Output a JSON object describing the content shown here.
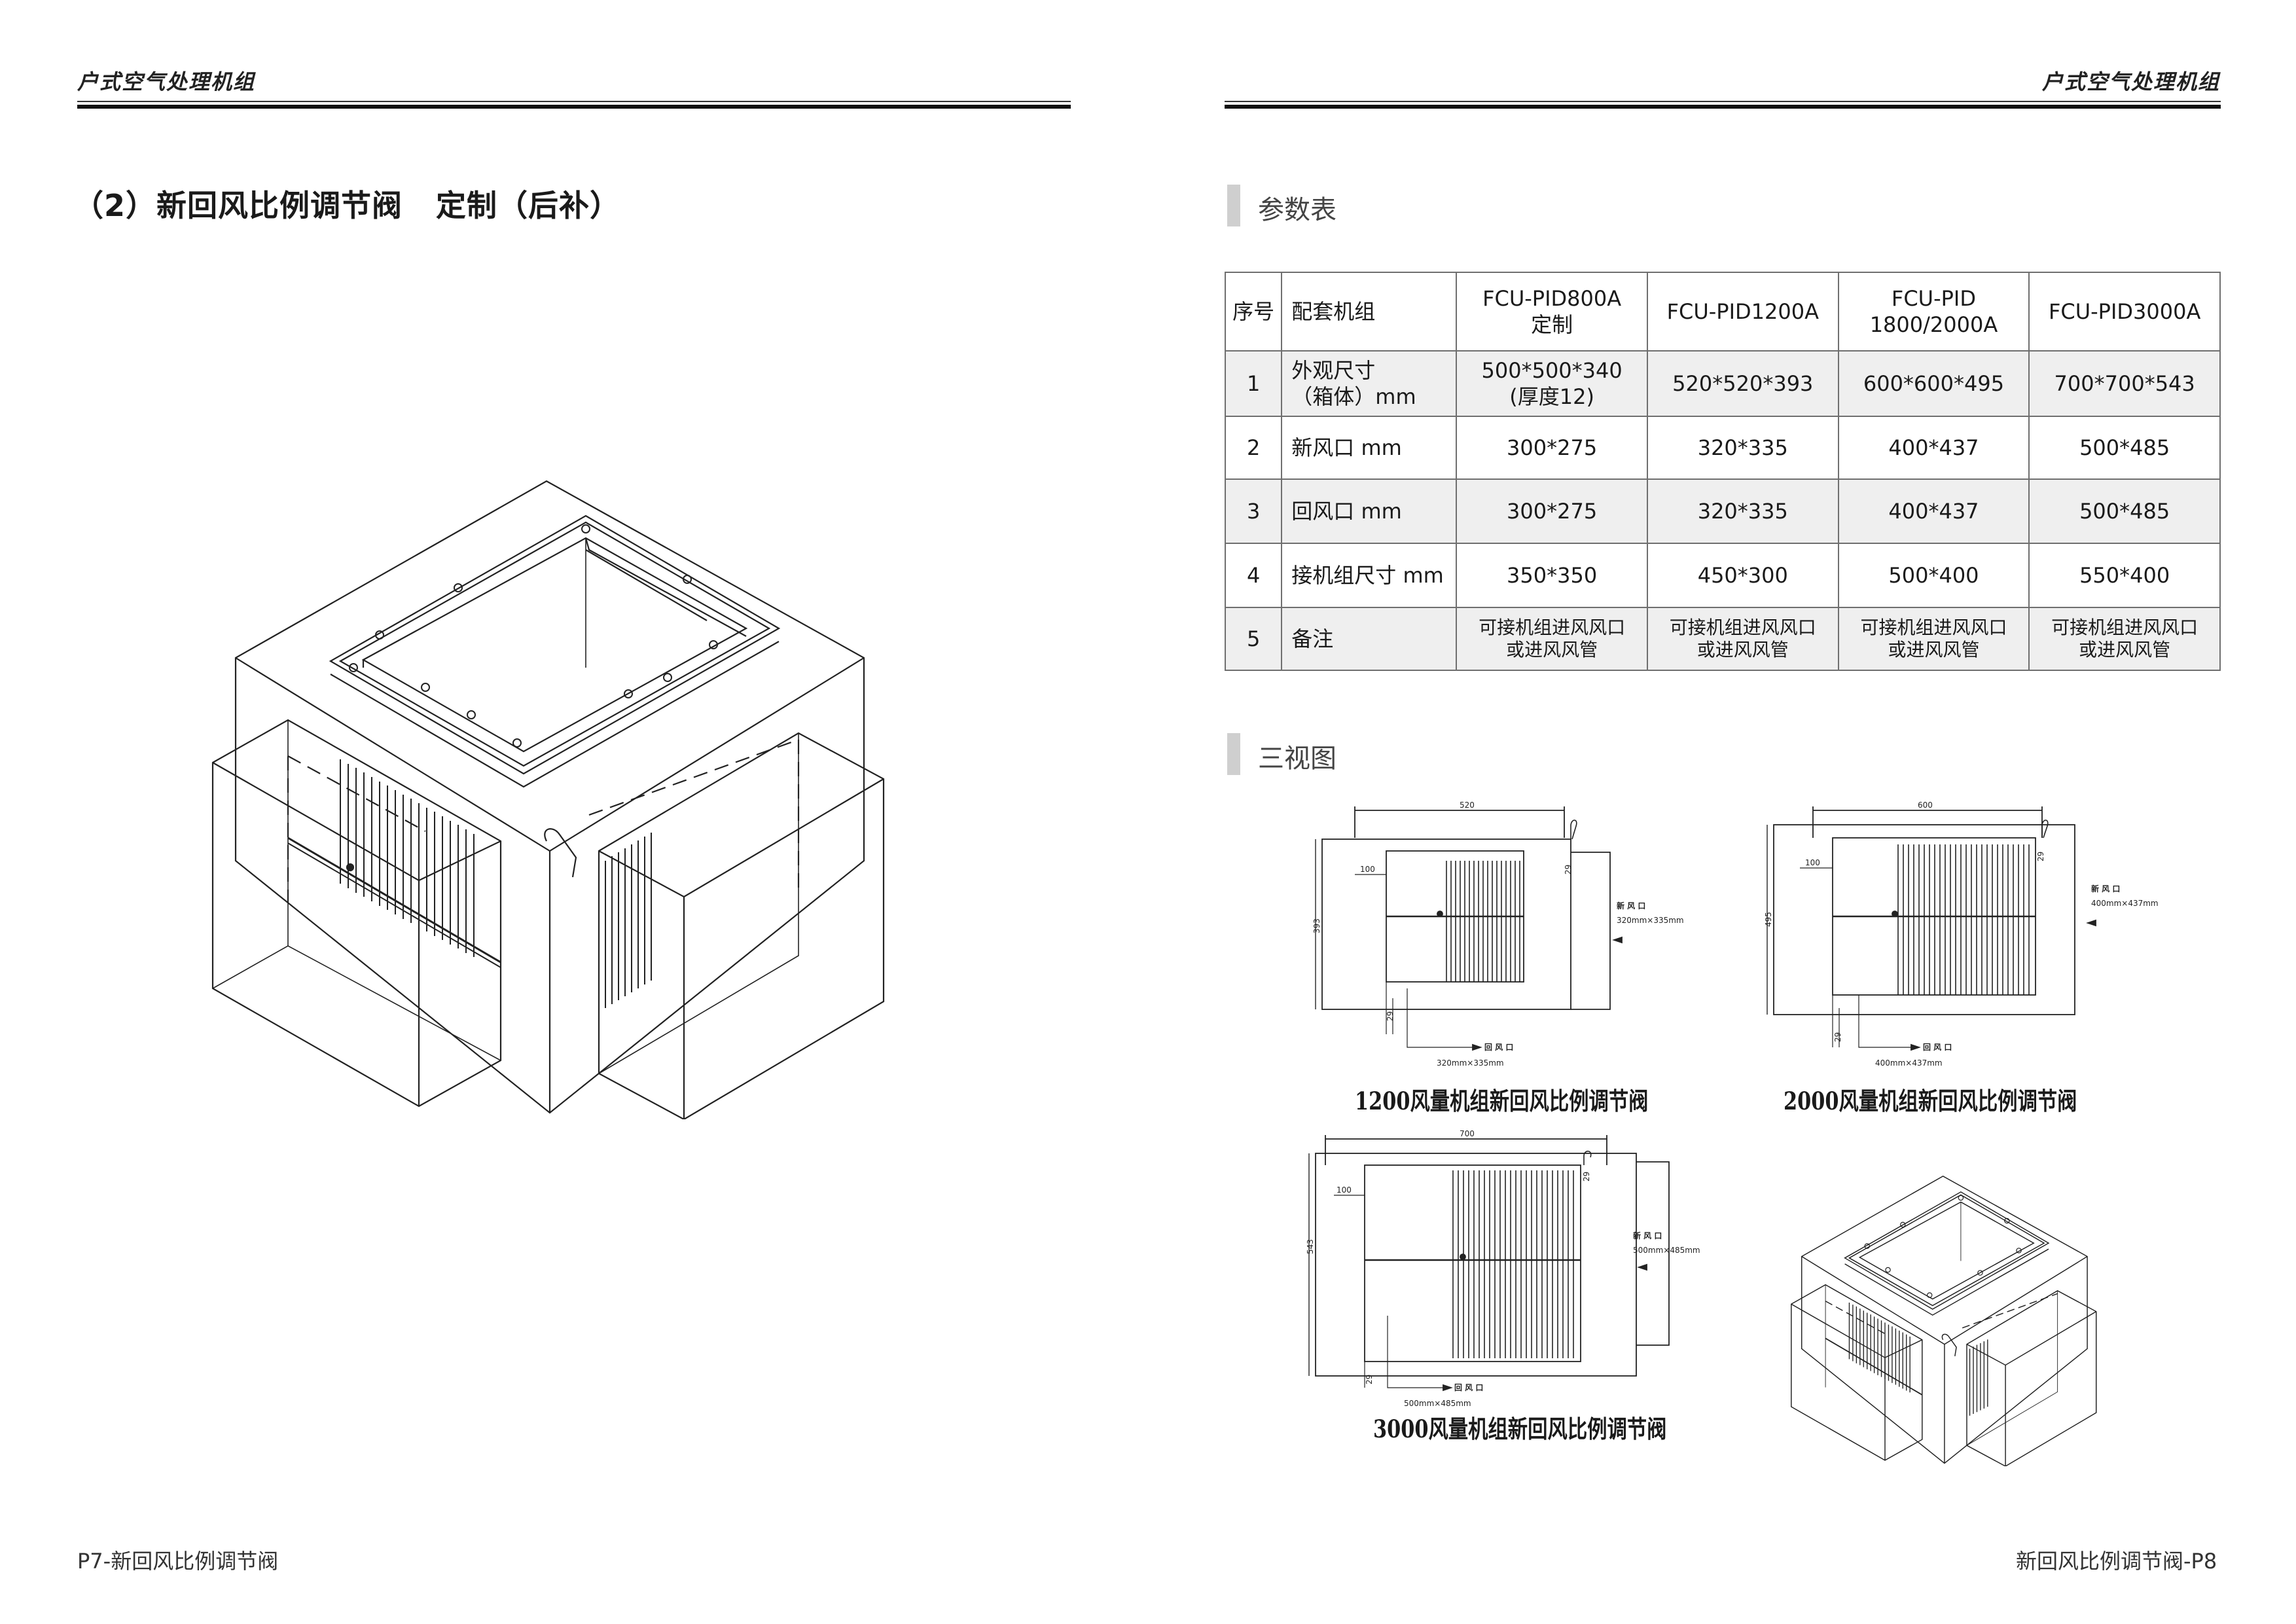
{
  "header": {
    "brand_left": "户式空气处理机组",
    "brand_right": "户式空气处理机组"
  },
  "left": {
    "title": "（2）新回风比例调节阀   定制（后补）"
  },
  "right": {
    "section_params": "参数表",
    "section_views": "三视图",
    "table": {
      "headers": [
        "序号",
        "配套机组",
        "FCU-PID800A",
        "定制",
        "FCU-PID1200A",
        "FCU-PID",
        "1800/2000A",
        "FCU-PID3000A"
      ],
      "rows": [
        {
          "no": "1",
          "label_a": "外观尺寸",
          "label_b": "（箱体）mm",
          "c1a": "500*500*340",
          "c1b": "(厚度12)",
          "c2": "520*520*393",
          "c3": "600*600*495",
          "c4": "700*700*543"
        },
        {
          "no": "2",
          "label": "新风口 mm",
          "c1": "300*275",
          "c2": "320*335",
          "c3": "400*437",
          "c4": "500*485"
        },
        {
          "no": "3",
          "label": "回风口 mm",
          "c1": "300*275",
          "c2": "320*335",
          "c3": "400*437",
          "c4": "500*485"
        },
        {
          "no": "4",
          "label": "接机组尺寸 mm",
          "c1": "350*350",
          "c2": "450*300",
          "c3": "500*400",
          "c4": "550*400"
        },
        {
          "no": "5",
          "label": "备注",
          "note_a": "可接机组进风风口",
          "note_b": "或进风风管"
        }
      ]
    },
    "drawings": [
      {
        "caption": "1200风量机组新回风比例调节阀",
        "width": "520",
        "height": "393",
        "inner": "100",
        "gap": "29",
        "label_fresh": "新 风 口",
        "fresh_size": "320mm×335mm",
        "label_return": "回 风 口",
        "return_size": "320mm×335mm"
      },
      {
        "caption": "2000风量机组新回风比例调节阀",
        "width": "600",
        "height": "495",
        "inner": "100",
        "gap": "29",
        "label_fresh": "新 风 口",
        "fresh_size": "400mm×437mm",
        "label_return": "回 风 口",
        "return_size": "400mm×437mm"
      },
      {
        "caption": "3000风量机组新回风比例调节阀",
        "width": "700",
        "height": "543",
        "inner": "100",
        "gap": "29",
        "label_fresh": "新 风 口",
        "fresh_size": "500mm×485mm",
        "label_return": "回 风 口",
        "return_size": "500mm×485mm"
      }
    ]
  },
  "footer": {
    "left": "P7-新回风比例调节阀",
    "right": "新回风比例调节阀-P8"
  }
}
